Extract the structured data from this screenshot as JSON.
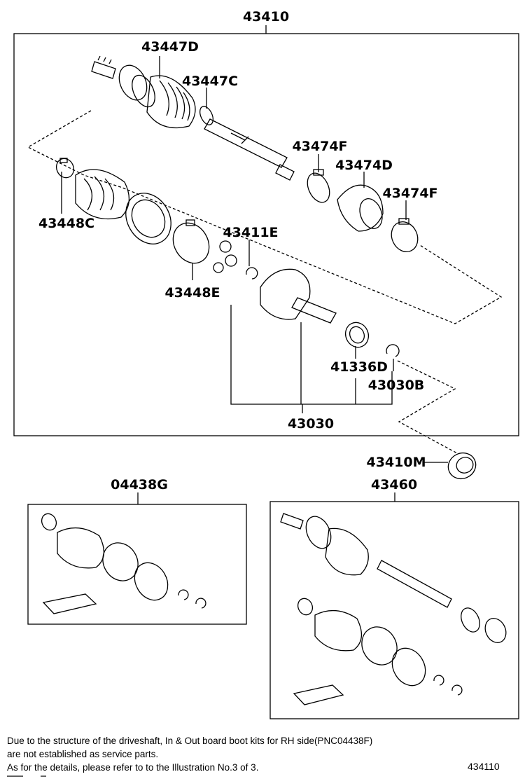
{
  "parts": {
    "p43410": "43410",
    "p43447D": "43447D",
    "p43447C": "43447C",
    "p43474F_a": "43474F",
    "p43474D": "43474D",
    "p43474F_b": "43474F",
    "p43448C": "43448C",
    "p43411E": "43411E",
    "p43448E": "43448E",
    "p41336D": "41336D",
    "p43030B": "43030B",
    "p43030": "43030",
    "p43410M": "43410M",
    "p04438G": "04438G",
    "p43460": "43460"
  },
  "notes": {
    "line1": "Due to the structure of the driveshaft, In & Out board  boot kits for RH side(PNC04438F)",
    "line2": "are not established as service parts.",
    "line3": "As for the details, please refer to to the Illustration No.3 of 3."
  },
  "illustration_id": "434110"
}
